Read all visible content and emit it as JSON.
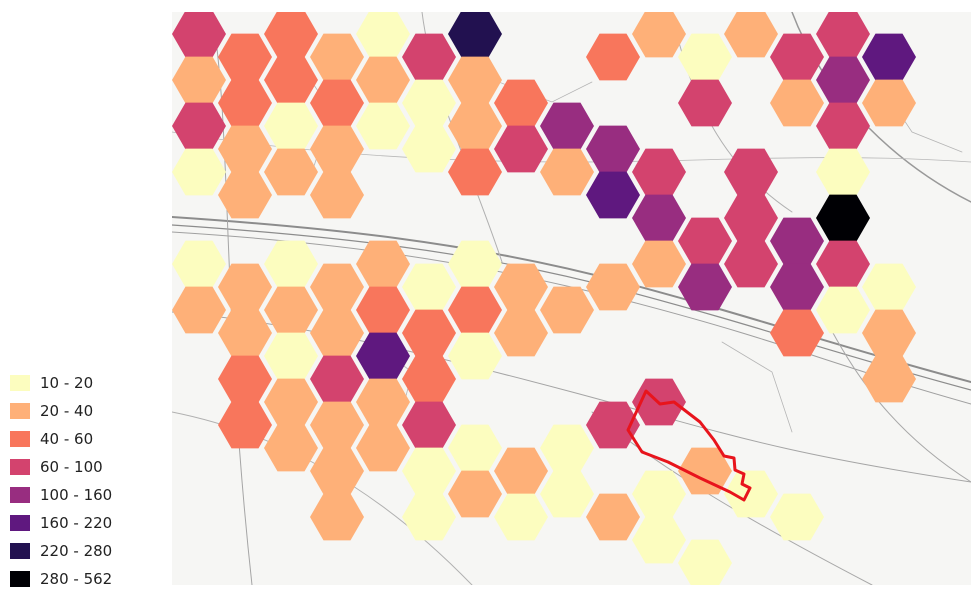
{
  "legend": {
    "classes": [
      {
        "label": "10 - 20",
        "color": "#fcfdbf"
      },
      {
        "label": "20 - 40",
        "color": "#feb078"
      },
      {
        "label": "40 - 60",
        "color": "#f8765c"
      },
      {
        "label": "60 - 100",
        "color": "#d3436e"
      },
      {
        "label": "100 - 160",
        "color": "#982d80"
      },
      {
        "label": "160 - 220",
        "color": "#5f187f"
      },
      {
        "label": "220 - 280",
        "color": "#221150"
      },
      {
        "label": "280 - 562",
        "color": "#000004"
      }
    ]
  },
  "map": {
    "basemap_color": "#9a9a9a",
    "highlight_outline_color": "#e8141c",
    "hex_cells": [
      {
        "col": 0,
        "row": 0,
        "c": 3
      },
      {
        "col": 0,
        "row": 1,
        "c": 1
      },
      {
        "col": 0,
        "row": 2,
        "c": 3
      },
      {
        "col": 0,
        "row": 3,
        "c": 0
      },
      {
        "col": 0,
        "row": 5,
        "c": 0
      },
      {
        "col": 0,
        "row": 6,
        "c": 1
      },
      {
        "col": 1,
        "row": 0,
        "c": 2
      },
      {
        "col": 1,
        "row": 1,
        "c": 2
      },
      {
        "col": 1,
        "row": 2,
        "c": 1
      },
      {
        "col": 1,
        "row": 3,
        "c": 1
      },
      {
        "col": 1,
        "row": 5,
        "c": 1
      },
      {
        "col": 1,
        "row": 6,
        "c": 1
      },
      {
        "col": 1,
        "row": 7,
        "c": 2
      },
      {
        "col": 1,
        "row": 8,
        "c": 2
      },
      {
        "col": 2,
        "row": 0,
        "c": 2
      },
      {
        "col": 2,
        "row": 1,
        "c": 2
      },
      {
        "col": 2,
        "row": 2,
        "c": 0
      },
      {
        "col": 2,
        "row": 3,
        "c": 1
      },
      {
        "col": 2,
        "row": 5,
        "c": 0
      },
      {
        "col": 2,
        "row": 6,
        "c": 1
      },
      {
        "col": 2,
        "row": 7,
        "c": 0
      },
      {
        "col": 2,
        "row": 8,
        "c": 1
      },
      {
        "col": 2,
        "row": 9,
        "c": 1
      },
      {
        "col": 3,
        "row": 0,
        "c": 1
      },
      {
        "col": 3,
        "row": 1,
        "c": 2
      },
      {
        "col": 3,
        "row": 2,
        "c": 1
      },
      {
        "col": 3,
        "row": 3,
        "c": 1
      },
      {
        "col": 3,
        "row": 5,
        "c": 1
      },
      {
        "col": 3,
        "row": 6,
        "c": 1
      },
      {
        "col": 3,
        "row": 7,
        "c": 3
      },
      {
        "col": 3,
        "row": 8,
        "c": 1
      },
      {
        "col": 3,
        "row": 9,
        "c": 1
      },
      {
        "col": 3,
        "row": 10,
        "c": 1
      },
      {
        "col": 4,
        "row": 0,
        "c": 0
      },
      {
        "col": 4,
        "row": 1,
        "c": 1
      },
      {
        "col": 4,
        "row": 2,
        "c": 0
      },
      {
        "col": 4,
        "row": 5,
        "c": 1
      },
      {
        "col": 4,
        "row": 6,
        "c": 2
      },
      {
        "col": 4,
        "row": 7,
        "c": 5
      },
      {
        "col": 4,
        "row": 8,
        "c": 1
      },
      {
        "col": 4,
        "row": 9,
        "c": 1
      },
      {
        "col": 5,
        "row": 0,
        "c": 3
      },
      {
        "col": 5,
        "row": 1,
        "c": 0
      },
      {
        "col": 5,
        "row": 2,
        "c": 0
      },
      {
        "col": 5,
        "row": 5,
        "c": 0
      },
      {
        "col": 5,
        "row": 6,
        "c": 2
      },
      {
        "col": 5,
        "row": 7,
        "c": 2
      },
      {
        "col": 5,
        "row": 8,
        "c": 3
      },
      {
        "col": 5,
        "row": 9,
        "c": 0
      },
      {
        "col": 5,
        "row": 10,
        "c": 0
      },
      {
        "col": 6,
        "row": 0,
        "c": 6
      },
      {
        "col": 6,
        "row": 1,
        "c": 1
      },
      {
        "col": 6,
        "row": 2,
        "c": 1
      },
      {
        "col": 6,
        "row": 3,
        "c": 2
      },
      {
        "col": 6,
        "row": 5,
        "c": 0
      },
      {
        "col": 6,
        "row": 6,
        "c": 2
      },
      {
        "col": 6,
        "row": 7,
        "c": 0
      },
      {
        "col": 6,
        "row": 9,
        "c": 0
      },
      {
        "col": 6,
        "row": 10,
        "c": 1
      },
      {
        "col": 7,
        "row": 1,
        "c": 2
      },
      {
        "col": 7,
        "row": 2,
        "c": 3
      },
      {
        "col": 7,
        "row": 5,
        "c": 1
      },
      {
        "col": 7,
        "row": 6,
        "c": 1
      },
      {
        "col": 7,
        "row": 9,
        "c": 1
      },
      {
        "col": 7,
        "row": 10,
        "c": 0
      },
      {
        "col": 8,
        "row": 2,
        "c": 4
      },
      {
        "col": 8,
        "row": 3,
        "c": 1
      },
      {
        "col": 8,
        "row": 6,
        "c": 1
      },
      {
        "col": 8,
        "row": 9,
        "c": 0
      },
      {
        "col": 8,
        "row": 10,
        "c": 0
      },
      {
        "col": 9,
        "row": 0,
        "c": 2
      },
      {
        "col": 9,
        "row": 2,
        "c": 4
      },
      {
        "col": 9,
        "row": 3,
        "c": 5
      },
      {
        "col": 9,
        "row": 5,
        "c": 1
      },
      {
        "col": 9,
        "row": 8,
        "c": 3
      },
      {
        "col": 9,
        "row": 10,
        "c": 1
      },
      {
        "col": 10,
        "row": 0,
        "c": 1
      },
      {
        "col": 10,
        "row": 3,
        "c": 3
      },
      {
        "col": 10,
        "row": 4,
        "c": 4
      },
      {
        "col": 10,
        "row": 5,
        "c": 1
      },
      {
        "col": 10,
        "row": 8,
        "c": 3
      },
      {
        "col": 10,
        "row": 10,
        "c": 0
      },
      {
        "col": 10,
        "row": 11,
        "c": 0
      },
      {
        "col": 11,
        "row": 0,
        "c": 0
      },
      {
        "col": 11,
        "row": 1,
        "c": 3
      },
      {
        "col": 11,
        "row": 4,
        "c": 3
      },
      {
        "col": 11,
        "row": 5,
        "c": 4
      },
      {
        "col": 11,
        "row": 9,
        "c": 1
      },
      {
        "col": 11,
        "row": 11,
        "c": 0
      },
      {
        "col": 12,
        "row": 0,
        "c": 1
      },
      {
        "col": 12,
        "row": 3,
        "c": 3
      },
      {
        "col": 12,
        "row": 4,
        "c": 3
      },
      {
        "col": 12,
        "row": 5,
        "c": 3
      },
      {
        "col": 12,
        "row": 10,
        "c": 0
      },
      {
        "col": 13,
        "row": 0,
        "c": 3
      },
      {
        "col": 13,
        "row": 1,
        "c": 1
      },
      {
        "col": 13,
        "row": 4,
        "c": 4
      },
      {
        "col": 13,
        "row": 5,
        "c": 4
      },
      {
        "col": 13,
        "row": 6,
        "c": 2
      },
      {
        "col": 13,
        "row": 10,
        "c": 0
      },
      {
        "col": 14,
        "row": 0,
        "c": 3
      },
      {
        "col": 14,
        "row": 1,
        "c": 4
      },
      {
        "col": 14,
        "row": 2,
        "c": 3
      },
      {
        "col": 14,
        "row": 3,
        "c": 0
      },
      {
        "col": 14,
        "row": 4,
        "c": 7
      },
      {
        "col": 14,
        "row": 5,
        "c": 3
      },
      {
        "col": 14,
        "row": 6,
        "c": 0
      },
      {
        "col": 15,
        "row": 0,
        "c": 5
      },
      {
        "col": 15,
        "row": 1,
        "c": 1
      },
      {
        "col": 15,
        "row": 5,
        "c": 0
      },
      {
        "col": 15,
        "row": 6,
        "c": 1
      },
      {
        "col": 15,
        "row": 7,
        "c": 1
      }
    ]
  }
}
